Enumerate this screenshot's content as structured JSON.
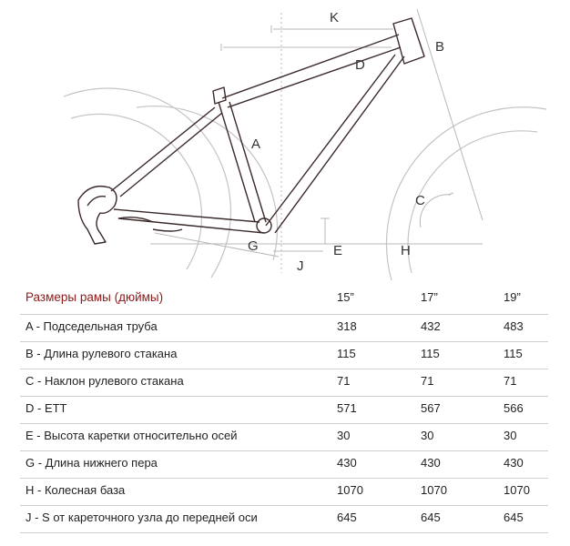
{
  "diagram": {
    "labels": {
      "A": "A",
      "B": "B",
      "C": "C",
      "D": "D",
      "E": "E",
      "G": "G",
      "H": "H",
      "J": "J",
      "K": "K"
    },
    "colors": {
      "frame": "#3b2a2a",
      "guide": "#b8b8b8",
      "wheel": "#c4c4c4"
    }
  },
  "table": {
    "header": {
      "title": "Размеры рамы (дюймы)",
      "sizes": [
        "15”",
        "17”",
        "19”"
      ]
    },
    "rows": [
      {
        "name": "A - Подседельная труба",
        "values": [
          "318",
          "432",
          "483"
        ]
      },
      {
        "name": "B - Длина рулевого стакана",
        "values": [
          "115",
          "115",
          "115"
        ]
      },
      {
        "name": "C - Наклон рулевого стакана",
        "values": [
          "71",
          "71",
          "71"
        ]
      },
      {
        "name": "D - ETT",
        "values": [
          "571",
          "567",
          "566"
        ]
      },
      {
        "name": "E - Высота каретки относительно осей",
        "values": [
          "30",
          "30",
          "30"
        ]
      },
      {
        "name": "G - Длина нижнего пера",
        "values": [
          "430",
          "430",
          "430"
        ]
      },
      {
        "name": "H - Колесная база",
        "values": [
          "1070",
          "1070",
          "1070"
        ]
      },
      {
        "name": "J - S от кареточного узла до передней оси",
        "values": [
          "645",
          "645",
          "645"
        ]
      }
    ]
  }
}
